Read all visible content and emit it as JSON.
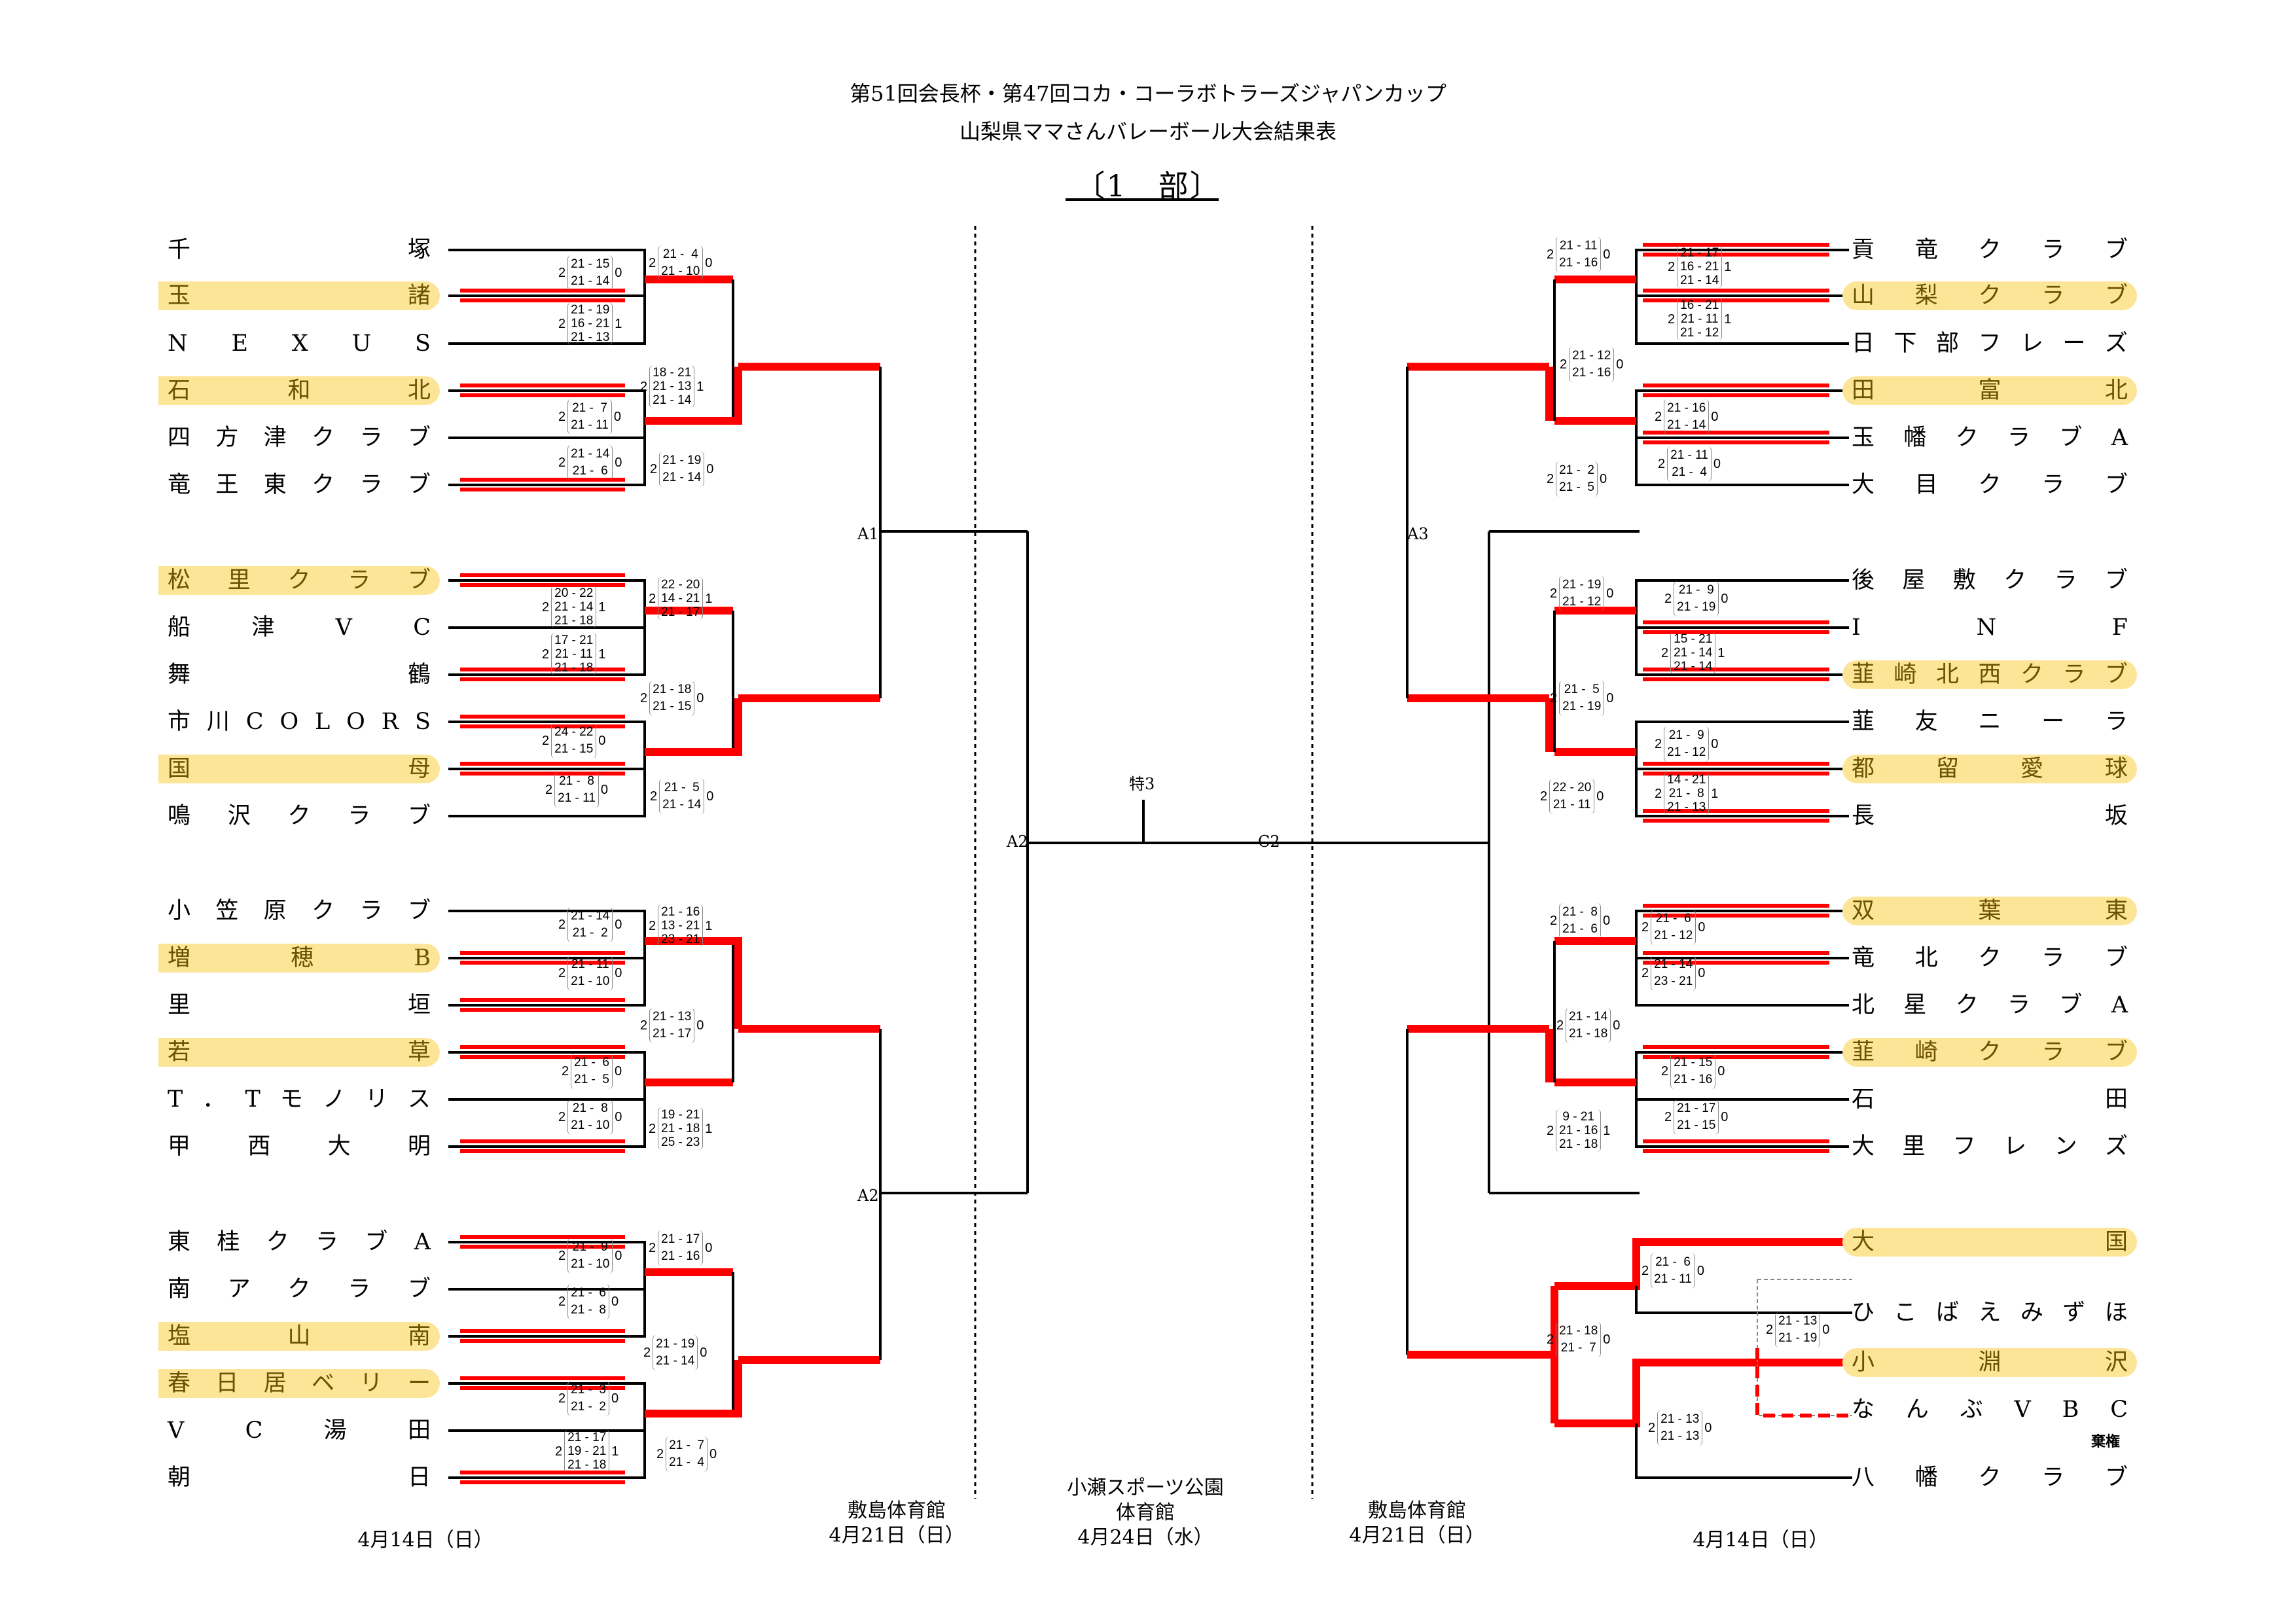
{
  "header": {
    "line1": "第51回会長杯・第47回コカ・コーラボトラーズジャパンカップ",
    "line2": "山梨県ママさんバレーボール大会結果表",
    "division": "〔1　部〕"
  },
  "left_teams": [
    {
      "name": "千塚",
      "chars": [
        "千",
        "塚"
      ],
      "highlight": false
    },
    {
      "name": "玉諸",
      "chars": [
        "玉",
        "諸"
      ],
      "highlight": true
    },
    {
      "name": "NEXUS",
      "chars": [
        "N",
        "E",
        "X",
        "U",
        "S"
      ],
      "highlight": false
    },
    {
      "name": "石和北",
      "chars": [
        "石",
        "和",
        "北"
      ],
      "highlight": true
    },
    {
      "name": "四方津クラブ",
      "chars": [
        "四",
        "方",
        "津",
        "ク",
        "ラ",
        "ブ"
      ],
      "highlight": false
    },
    {
      "name": "竜王東クラブ",
      "chars": [
        "竜",
        "王",
        "東",
        "ク",
        "ラ",
        "ブ"
      ],
      "highlight": false
    },
    {
      "name": "松里クラブ",
      "chars": [
        "松",
        "里",
        "ク",
        "ラ",
        "ブ"
      ],
      "highlight": true
    },
    {
      "name": "船津VC",
      "chars": [
        "船",
        "津",
        "V",
        "C"
      ],
      "highlight": false
    },
    {
      "name": "舞鶴",
      "chars": [
        "舞",
        "鶴"
      ],
      "highlight": false
    },
    {
      "name": "市川COLORS",
      "chars": [
        "市",
        "川",
        "C",
        "O",
        "L",
        "O",
        "R",
        "S"
      ],
      "highlight": false
    },
    {
      "name": "国母",
      "chars": [
        "国",
        "母"
      ],
      "highlight": true
    },
    {
      "name": "鳴沢クラブ",
      "chars": [
        "鳴",
        "沢",
        "ク",
        "ラ",
        "ブ"
      ],
      "highlight": false
    },
    {
      "name": "小笠原クラブ",
      "chars": [
        "小",
        "笠",
        "原",
        "ク",
        "ラ",
        "ブ"
      ],
      "highlight": false
    },
    {
      "name": "増穂B",
      "chars": [
        "増",
        "穂",
        "B"
      ],
      "highlight": true
    },
    {
      "name": "里垣",
      "chars": [
        "里",
        "垣"
      ],
      "highlight": false
    },
    {
      "name": "若草",
      "chars": [
        "若",
        "草"
      ],
      "highlight": true
    },
    {
      "name": "T.Tモノリス",
      "chars": [
        "T",
        "．",
        "T",
        "モ",
        "ノ",
        "リ",
        "ス"
      ],
      "highlight": false
    },
    {
      "name": "甲西大明",
      "chars": [
        "甲",
        "西",
        "大",
        "明"
      ],
      "highlight": false
    },
    {
      "name": "東桂クラブA",
      "chars": [
        "東",
        "桂",
        "ク",
        "ラ",
        "ブ",
        "A"
      ],
      "highlight": false
    },
    {
      "name": "南アクラブ",
      "chars": [
        "南",
        "ア",
        "ク",
        "ラ",
        "ブ"
      ],
      "highlight": false
    },
    {
      "name": "塩山南",
      "chars": [
        "塩",
        "山",
        "南"
      ],
      "highlight": true
    },
    {
      "name": "春日居ベリー",
      "chars": [
        "春",
        "日",
        "居",
        "ベ",
        "リ",
        "ー"
      ],
      "highlight": true
    },
    {
      "name": "VC湯田",
      "chars": [
        "V",
        "C",
        "湯",
        "田"
      ],
      "highlight": false
    },
    {
      "name": "朝日",
      "chars": [
        "朝",
        "日"
      ],
      "highlight": false
    }
  ],
  "right_teams": [
    {
      "name": "貢竜クラブ",
      "chars": [
        "貢",
        "竜",
        "ク",
        "ラ",
        "ブ"
      ],
      "highlight": false
    },
    {
      "name": "山梨クラブ",
      "chars": [
        "山",
        "梨",
        "ク",
        "ラ",
        "ブ"
      ],
      "highlight": true
    },
    {
      "name": "日下部フレーズ",
      "chars": [
        "日",
        "下",
        "部",
        "フ",
        "レ",
        "ー",
        "ズ"
      ],
      "highlight": false
    },
    {
      "name": "田富北",
      "chars": [
        "田",
        "富",
        "北"
      ],
      "highlight": true
    },
    {
      "name": "玉幡クラブA",
      "chars": [
        "玉",
        "幡",
        "ク",
        "ラ",
        "ブ",
        "A"
      ],
      "highlight": false
    },
    {
      "name": "大目クラブ",
      "chars": [
        "大",
        "目",
        "ク",
        "ラ",
        "ブ"
      ],
      "highlight": false
    },
    {
      "name": "後屋敷クラブ",
      "chars": [
        "後",
        "屋",
        "敷",
        "ク",
        "ラ",
        "ブ"
      ],
      "highlight": false
    },
    {
      "name": "INF",
      "chars": [
        "I",
        "N",
        "F"
      ],
      "highlight": false
    },
    {
      "name": "韮崎北西クラブ",
      "chars": [
        "韮",
        "崎",
        "北",
        "西",
        "ク",
        "ラ",
        "ブ"
      ],
      "highlight": true
    },
    {
      "name": "韮友ニーラ",
      "chars": [
        "韮",
        "友",
        "ニ",
        "ー",
        "ラ"
      ],
      "highlight": false
    },
    {
      "name": "都留愛球",
      "chars": [
        "都",
        "留",
        "愛",
        "球"
      ],
      "highlight": true
    },
    {
      "name": "長坂",
      "chars": [
        "長",
        "坂"
      ],
      "highlight": false
    },
    {
      "name": "双葉東",
      "chars": [
        "双",
        "葉",
        "東"
      ],
      "highlight": true
    },
    {
      "name": "竜北クラブ",
      "chars": [
        "竜",
        "北",
        "ク",
        "ラ",
        "ブ"
      ],
      "highlight": false
    },
    {
      "name": "北星クラブA",
      "chars": [
        "北",
        "星",
        "ク",
        "ラ",
        "ブ",
        "A"
      ],
      "highlight": false
    },
    {
      "name": "韮崎クラブ",
      "chars": [
        "韮",
        "崎",
        "ク",
        "ラ",
        "ブ"
      ],
      "highlight": true
    },
    {
      "name": "石田",
      "chars": [
        "石",
        "田"
      ],
      "highlight": false
    },
    {
      "name": "大里フレンズ",
      "chars": [
        "大",
        "里",
        "フ",
        "レ",
        "ン",
        "ズ"
      ],
      "highlight": false
    },
    {
      "name": "大国",
      "chars": [
        "大",
        "国"
      ],
      "highlight": true
    },
    {
      "name": "ひこばえみずほ",
      "chars": [
        "ひ",
        "こ",
        "ば",
        "え",
        "み",
        "ず",
        "ほ"
      ],
      "highlight": false
    },
    {
      "name": "小淵沢",
      "chars": [
        "小",
        "淵",
        "沢"
      ],
      "highlight": true
    },
    {
      "name": "なんぶVBC",
      "chars": [
        "な",
        "ん",
        "ぶ",
        "V",
        "B",
        "C"
      ],
      "highlight": false,
      "note": "棄権"
    },
    {
      "name": "八幡クラブ",
      "chars": [
        "八",
        "幡",
        "ク",
        "ラ",
        "ブ"
      ],
      "highlight": false
    }
  ],
  "scores": [
    {
      "id": "L1a",
      "w": "2",
      "l": "0",
      "sets": [
        "21 - 15",
        "21 - 14"
      ]
    },
    {
      "id": "L1b",
      "w": "2",
      "l": "1",
      "sets": [
        "21 - 19",
        "16 - 21",
        "21 - 13"
      ]
    },
    {
      "id": "L1c",
      "w": "2",
      "l": "0",
      "sets": [
        "21 -  7",
        "21 - 11"
      ]
    },
    {
      "id": "L1d",
      "w": "2",
      "l": "0",
      "sets": [
        "21 - 14",
        "21 -  6"
      ]
    },
    {
      "id": "L1e",
      "w": "2",
      "l": "0",
      "sets": [
        "21 -  4",
        "21 - 10"
      ]
    },
    {
      "id": "L1f",
      "w": "2",
      "l": "1",
      "sets": [
        "18 - 21",
        "21 - 13",
        "21 - 14"
      ]
    },
    {
      "id": "L1g",
      "w": "2",
      "l": "0",
      "sets": [
        "21 - 19",
        "21 - 14"
      ]
    },
    {
      "id": "L2a",
      "w": "2",
      "l": "1",
      "sets": [
        "20 - 22",
        "21 - 14",
        "21 - 18"
      ]
    },
    {
      "id": "L2b",
      "w": "2",
      "l": "1",
      "sets": [
        "17 - 21",
        "21 - 11",
        "21 - 18"
      ]
    },
    {
      "id": "L2c",
      "w": "2",
      "l": "0",
      "sets": [
        "24 - 22",
        "21 - 15"
      ]
    },
    {
      "id": "L2d",
      "w": "2",
      "l": "0",
      "sets": [
        "21 -  8",
        "21 - 11"
      ]
    },
    {
      "id": "L2e",
      "w": "2",
      "l": "1",
      "sets": [
        "22 - 20",
        "14 - 21",
        "21 - 17"
      ]
    },
    {
      "id": "L2f",
      "w": "2",
      "l": "0",
      "sets": [
        "21 - 18",
        "21 - 15"
      ]
    },
    {
      "id": "L2g",
      "w": "2",
      "l": "0",
      "sets": [
        "21 -  5",
        "21 - 14"
      ]
    },
    {
      "id": "L3a",
      "w": "2",
      "l": "0",
      "sets": [
        "21 - 14",
        "21 -  2"
      ]
    },
    {
      "id": "L3b",
      "w": "2",
      "l": "0",
      "sets": [
        "21 - 11",
        "21 - 10"
      ]
    },
    {
      "id": "L3c",
      "w": "2",
      "l": "0",
      "sets": [
        "21 -  6",
        "21 -  5"
      ]
    },
    {
      "id": "L3d",
      "w": "2",
      "l": "0",
      "sets": [
        "21 -  8",
        "21 - 10"
      ]
    },
    {
      "id": "L3e",
      "w": "2",
      "l": "1",
      "sets": [
        "21 - 16",
        "13 - 21",
        "23 - 21"
      ]
    },
    {
      "id": "L3f",
      "w": "2",
      "l": "0",
      "sets": [
        "21 - 13",
        "21 - 17"
      ]
    },
    {
      "id": "L3g",
      "w": "2",
      "l": "1",
      "sets": [
        "19 - 21",
        "21 - 18",
        "25 - 23"
      ]
    },
    {
      "id": "L4a",
      "w": "2",
      "l": "0",
      "sets": [
        "21 -  9",
        "21 - 10"
      ]
    },
    {
      "id": "L4b",
      "w": "2",
      "l": "0",
      "sets": [
        "21 -  6",
        "21 -  8"
      ]
    },
    {
      "id": "L4c",
      "w": "2",
      "l": "0",
      "sets": [
        "21 -  3",
        "21 -  2"
      ]
    },
    {
      "id": "L4d",
      "w": "2",
      "l": "1",
      "sets": [
        "21 - 17",
        "19 - 21",
        "21 - 18"
      ]
    },
    {
      "id": "L4e",
      "w": "2",
      "l": "0",
      "sets": [
        "21 - 17",
        "21 - 16"
      ]
    },
    {
      "id": "L4f",
      "w": "2",
      "l": "0",
      "sets": [
        "21 - 19",
        "21 - 14"
      ]
    },
    {
      "id": "L4g",
      "w": "2",
      "l": "0",
      "sets": [
        "21 -  7",
        "21 -  4"
      ]
    },
    {
      "id": "R1a",
      "w": "2",
      "l": "1",
      "sets": [
        "21 - 17",
        "16 - 21",
        "21 - 14"
      ]
    },
    {
      "id": "R1b",
      "w": "2",
      "l": "1",
      "sets": [
        "16 - 21",
        "21 - 11",
        "21 - 12"
      ]
    },
    {
      "id": "R1c",
      "w": "2",
      "l": "0",
      "sets": [
        "21 - 16",
        "21 - 14"
      ]
    },
    {
      "id": "R1d",
      "w": "2",
      "l": "0",
      "sets": [
        "21 - 11",
        "21 -  4"
      ]
    },
    {
      "id": "R1e",
      "w": "2",
      "l": "0",
      "sets": [
        "21 - 11",
        "21 - 16"
      ]
    },
    {
      "id": "R1f",
      "w": "2",
      "l": "0",
      "sets": [
        "21 - 12",
        "21 - 16"
      ]
    },
    {
      "id": "R1g",
      "w": "2",
      "l": "0",
      "sets": [
        "21 -  2",
        "21 -  5"
      ]
    },
    {
      "id": "R2a",
      "w": "2",
      "l": "0",
      "sets": [
        "21 -  9",
        "21 - 19"
      ]
    },
    {
      "id": "R2b",
      "w": "2",
      "l": "1",
      "sets": [
        "15 - 21",
        "21 - 14",
        "21 - 14"
      ]
    },
    {
      "id": "R2c",
      "w": "2",
      "l": "0",
      "sets": [
        "21 -  9",
        "21 - 12"
      ]
    },
    {
      "id": "R2d",
      "w": "2",
      "l": "1",
      "sets": [
        "14 - 21",
        "21 -  8",
        "21 - 13"
      ]
    },
    {
      "id": "R2e",
      "w": "2",
      "l": "0",
      "sets": [
        "21 - 19",
        "21 - 12"
      ]
    },
    {
      "id": "R2f",
      "w": "2",
      "l": "0",
      "sets": [
        "21 -  5",
        "21 - 19"
      ]
    },
    {
      "id": "R2g",
      "w": "2",
      "l": "0",
      "sets": [
        "22 - 20",
        "21 - 11"
      ]
    },
    {
      "id": "R3a",
      "w": "2",
      "l": "0",
      "sets": [
        "21 -  6",
        "21 - 12"
      ]
    },
    {
      "id": "R3b",
      "w": "2",
      "l": "0",
      "sets": [
        "21 - 14",
        "23 - 21"
      ]
    },
    {
      "id": "R3c",
      "w": "2",
      "l": "0",
      "sets": [
        "21 - 15",
        "21 - 16"
      ]
    },
    {
      "id": "R3d",
      "w": "2",
      "l": "0",
      "sets": [
        "21 - 17",
        "21 - 15"
      ]
    },
    {
      "id": "R3e",
      "w": "2",
      "l": "0",
      "sets": [
        "21 -  8",
        "21 -  6"
      ]
    },
    {
      "id": "R3f",
      "w": "2",
      "l": "0",
      "sets": [
        "21 - 14",
        "21 - 18"
      ]
    },
    {
      "id": "R3g",
      "w": "2",
      "l": "1",
      "sets": [
        "9 - 21",
        "21 - 16",
        "21 - 18"
      ]
    },
    {
      "id": "R4a",
      "w": "2",
      "l": "0",
      "sets": [
        "21 -  6",
        "21 - 11"
      ]
    },
    {
      "id": "R4b",
      "w": "2",
      "l": "0",
      "sets": [
        "21 - 13",
        "21 - 19"
      ]
    },
    {
      "id": "R4c",
      "w": "2",
      "l": "0",
      "sets": [
        "21 - 13",
        "21 - 13"
      ]
    },
    {
      "id": "R4d",
      "w": "2",
      "l": "0",
      "sets": [
        "21 - 18",
        "21 -  7"
      ]
    }
  ],
  "bracket_labels": {
    "a1": "A1",
    "a2_left": "A2",
    "a2_center": "A2",
    "c2": "C2",
    "a3": "A3",
    "final": "特3"
  },
  "forfeit_label": "棄権",
  "footer": {
    "left_date": "4月14日（日）",
    "venue_left": "敷島体育館",
    "date_left2": "4月21日（日）",
    "venue_center1": "小瀬スポーツ公園",
    "venue_center2": "体育館",
    "date_center": "4月24日（水）",
    "venue_right": "敷島体育館",
    "date_right2": "4月21日（日）",
    "right_date": "4月14日（日）"
  },
  "colors": {
    "win_line": "#ff0000",
    "highlight": "#fde597",
    "line": "#000000"
  }
}
